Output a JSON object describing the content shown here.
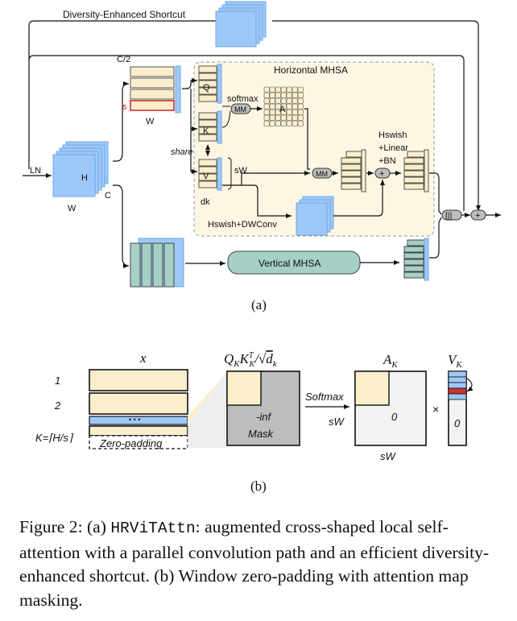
{
  "diagram_a": {
    "shortcut_label": "Diversity-Enhanced Shortcut",
    "c_half": "C/2",
    "s": "s",
    "w_top": "W",
    "ln": "LN",
    "h": "H",
    "w_input": "W",
    "c_input": "C",
    "horizontal_title": "Horizontal MHSA",
    "q": "Q",
    "k": "K",
    "v": "V",
    "softmax": "softmax",
    "mm1": "MM",
    "a": "A",
    "mm2": "MM",
    "share": "share",
    "sw": "sW",
    "dk": "dk",
    "hswish_line1": "Hswish",
    "hswish_line2": "+Linear",
    "hswish_line3": "+BN",
    "plus": "+",
    "dwconv": "Hswish+DWConv",
    "concat": "[|]",
    "vertical_title": "Vertical MHSA",
    "label": "(a)"
  },
  "diagram_b": {
    "x": "x",
    "row1": "1",
    "row2": "2",
    "dots": "• • •",
    "k_eq": "K=⌈H/s⌉",
    "zero_padding": "Zero-padding",
    "qk_title": "Q_K K_K^T / √d_k",
    "neg_inf": "-inf",
    "mask": "Mask",
    "softmax": "Softmax",
    "sw_left": "sW",
    "ak_title": "A_K",
    "zero_ak": "0",
    "sw_bottom": "sW",
    "times": "×",
    "vk_title": "V_K",
    "zero_vk": "0",
    "label": "(b)"
  },
  "caption": {
    "prefix": "Figure 2:  (a) ",
    "code": "HRViTAttn",
    "rest": ": augmented cross-shaped local self-attention with a parallel convolution path and an efficient diversity-enhanced shortcut.  (b) Window zero-padding with attention map masking."
  },
  "colors": {
    "blue": "#9ec8f7",
    "blue_dark": "#6da8e8",
    "cream": "#fbefcb",
    "teal": "#a6cfc6",
    "panel": "#fdf6e3",
    "gray": "#bdbdbd"
  }
}
